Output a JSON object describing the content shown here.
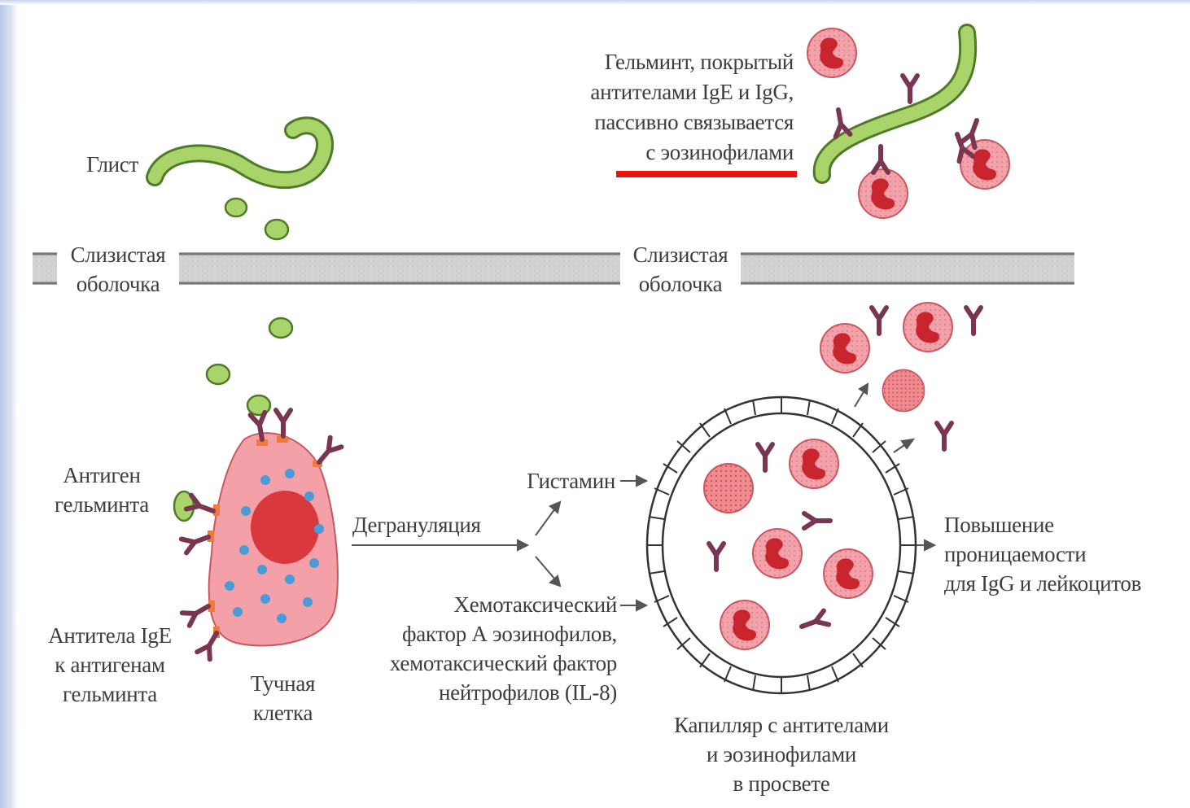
{
  "labels": {
    "worm": "Глист",
    "helminth_coated": "Гельминт, покрытый\nантителами IgE и IgG,\nпассивно связывается\nс эозинофилами",
    "mucosa_left": "Слизистая\nоболочка",
    "mucosa_right": "Слизистая\nоболочка",
    "antigen": "Антиген\nгельминта",
    "antibodies": "Антитела IgE\nк антигенам\nгельминта",
    "mast_cell": "Тучная\nклетка",
    "degranulation": "Дегрануляция",
    "histamine": "Гистамин",
    "chemotactic": "Хемотаксический\nфактор А эозинофилов,\nхемотаксический фактор\nнейтрофилов (IL-8)",
    "permeability": "Повышение\nпроницаемости\nдля IgG и лейкоцитов",
    "capillary": "Капилляр с антителами\nи эозинофилами\nв просвете"
  },
  "colors": {
    "worm_fill": "#a8d46a",
    "worm_stroke": "#4e7a2a",
    "antibody": "#7a3550",
    "eosinophil": "#e8868c",
    "eosinophil_nucleus": "#c9252e",
    "mast_cell": "#f3a0a8",
    "mast_nucleus": "#d9383e",
    "granule": "#4a9bd8",
    "receptor": "#f07a3a",
    "underline": "#ee1111",
    "mucosa": "#9a9a9a"
  }
}
